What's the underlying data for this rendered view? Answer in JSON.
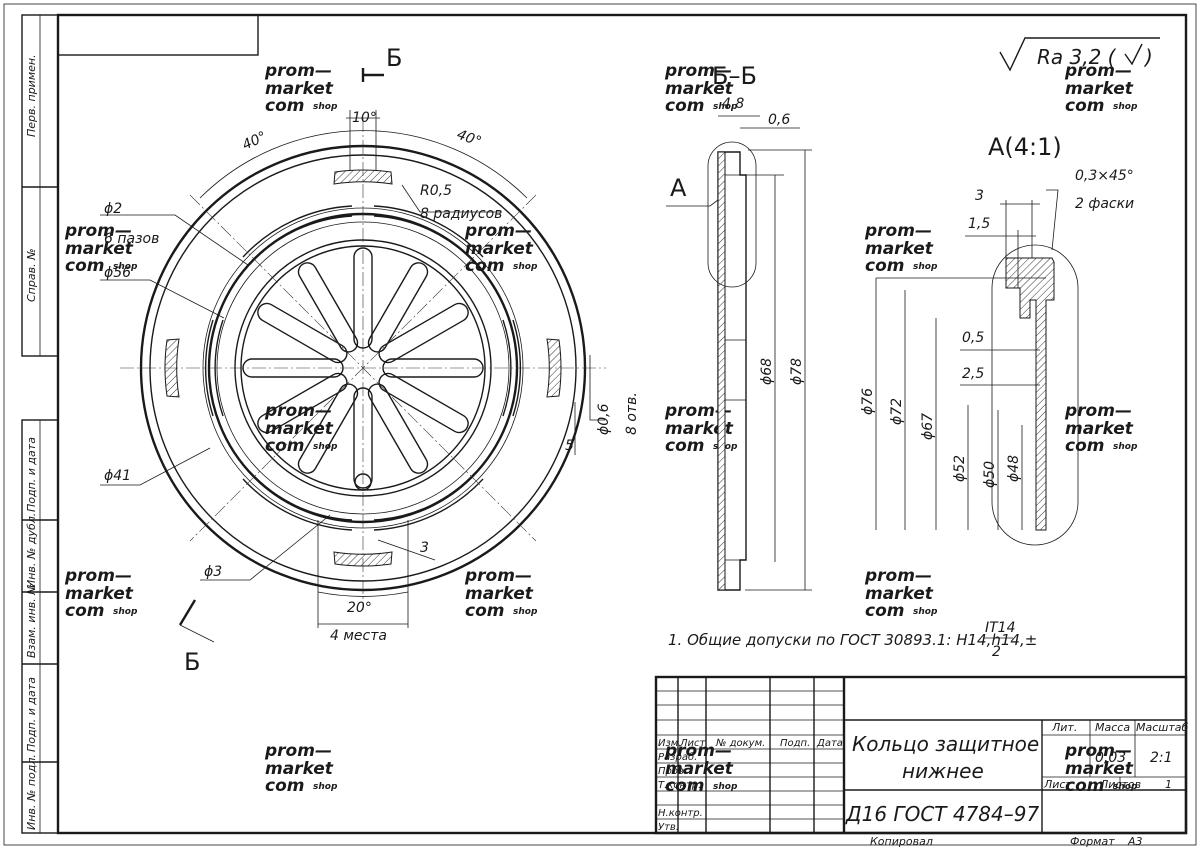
{
  "sidebar": {
    "labels": [
      "Перв. примен.",
      "Справ. №",
      "Подп. и дата",
      "Инв. № дубл.",
      "Взам. инв. №",
      "Подп. и дата",
      "Инв. № подл."
    ]
  },
  "views": {
    "main": {
      "cut_letter": "Б",
      "dim_10deg": "10°",
      "dim_40deg": "40°",
      "r05": "R0,5",
      "radii_note": "8 радиусов",
      "d2": "ϕ2",
      "slots_note": "6 пазов",
      "d56": "ϕ56",
      "d41": "ϕ41",
      "d3": "ϕ3",
      "dim_3": "3",
      "dim_5": "5",
      "d06": "ϕ0,6",
      "holes_note": "8 отв.",
      "dim_20deg": "20°",
      "places_note": "4 места"
    },
    "section": {
      "title": "Б–Б",
      "dim_48": "4,8",
      "dim_06": "0,6",
      "detail_letter": "А",
      "d68": "ϕ68",
      "d78": "ϕ78"
    },
    "detail": {
      "title": "А(4:1)",
      "chamfer": "0,3×45°",
      "chamfer_note": "2 фаски",
      "dim_3": "3",
      "dim_15": "1,5",
      "dim_05": "0,5",
      "dim_25": "2,5",
      "d76": "ϕ76",
      "d72": "ϕ72",
      "d67": "ϕ67",
      "d52": "ϕ52",
      "d50": "ϕ50",
      "d48": "ϕ48"
    },
    "roughness": {
      "text": "Ra 3,2 (",
      "tail": ")"
    }
  },
  "note": "1. Общие допуски по ГОСТ 30893.1: H14,h14,±",
  "note_frac": {
    "num": "IT14",
    "den": "2"
  },
  "title_block": {
    "headers": [
      "Изм.",
      "Лист",
      "№ докум.",
      "Подп.",
      "Дата"
    ],
    "roles": [
      "Разраб.",
      "Пров.",
      "Т.контр.",
      "Н.контр.",
      "Утв."
    ],
    "name_line1": "Кольцо защитное",
    "name_line2": "нижнее",
    "material": "Д16  ГОСТ 4784–97",
    "col_lit": "Лит.",
    "col_mass": "Масса",
    "col_scale": "Масштаб",
    "mass": "0,03",
    "scale": "2:1",
    "sheet": "Лист",
    "sheets": "Листов",
    "sheets_count": "1",
    "copied": "Копировал",
    "format_label": "Формат",
    "format": "А3"
  },
  "watermark": {
    "line1": "prom—",
    "line2": "market",
    "line3": "com",
    "shop": "shop"
  }
}
